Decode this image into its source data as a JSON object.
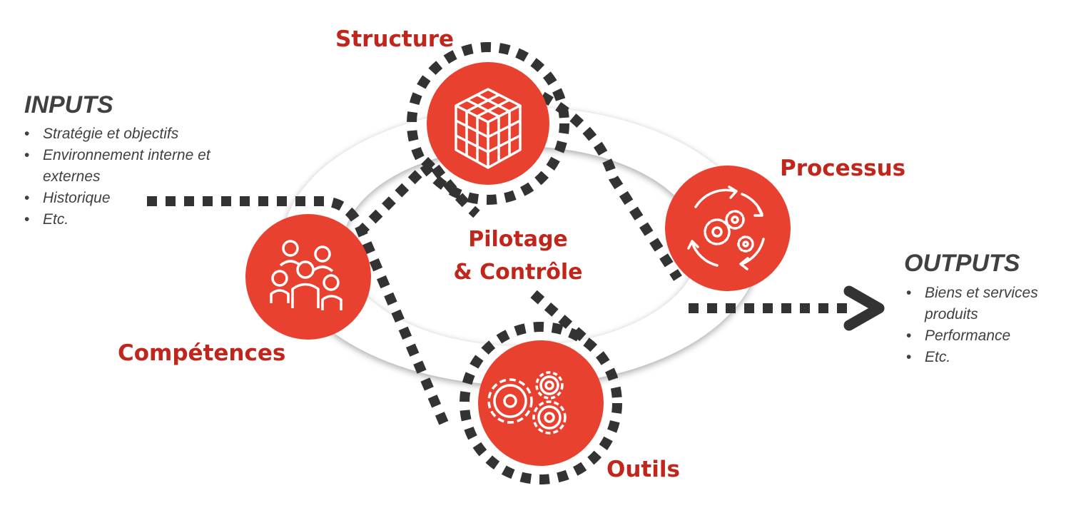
{
  "nodes": {
    "structure": {
      "label": "Structure",
      "icon": "cube-icon"
    },
    "processus": {
      "label": "Processus",
      "icon": "cycle-gears-icon"
    },
    "competences": {
      "label": "Compétences",
      "icon": "people-group-icon"
    },
    "outils": {
      "label": "Outils",
      "icon": "gears-icon"
    }
  },
  "center": {
    "line1": "Pilotage",
    "line2": "& Contrôle"
  },
  "inputs": {
    "title": "INPUTS",
    "items": [
      "Stratégie et objectifs",
      "Environnement interne et externes",
      "Historique",
      "Etc."
    ]
  },
  "outputs": {
    "title": "OUTPUTS",
    "items": [
      "Biens et services produits",
      "Performance",
      "Etc."
    ]
  },
  "colors": {
    "accent": "#e8412f",
    "label": "#c0261c",
    "text": "#404040",
    "dots": "#333333",
    "ring": "#f1f1f1"
  },
  "bullet": "•"
}
